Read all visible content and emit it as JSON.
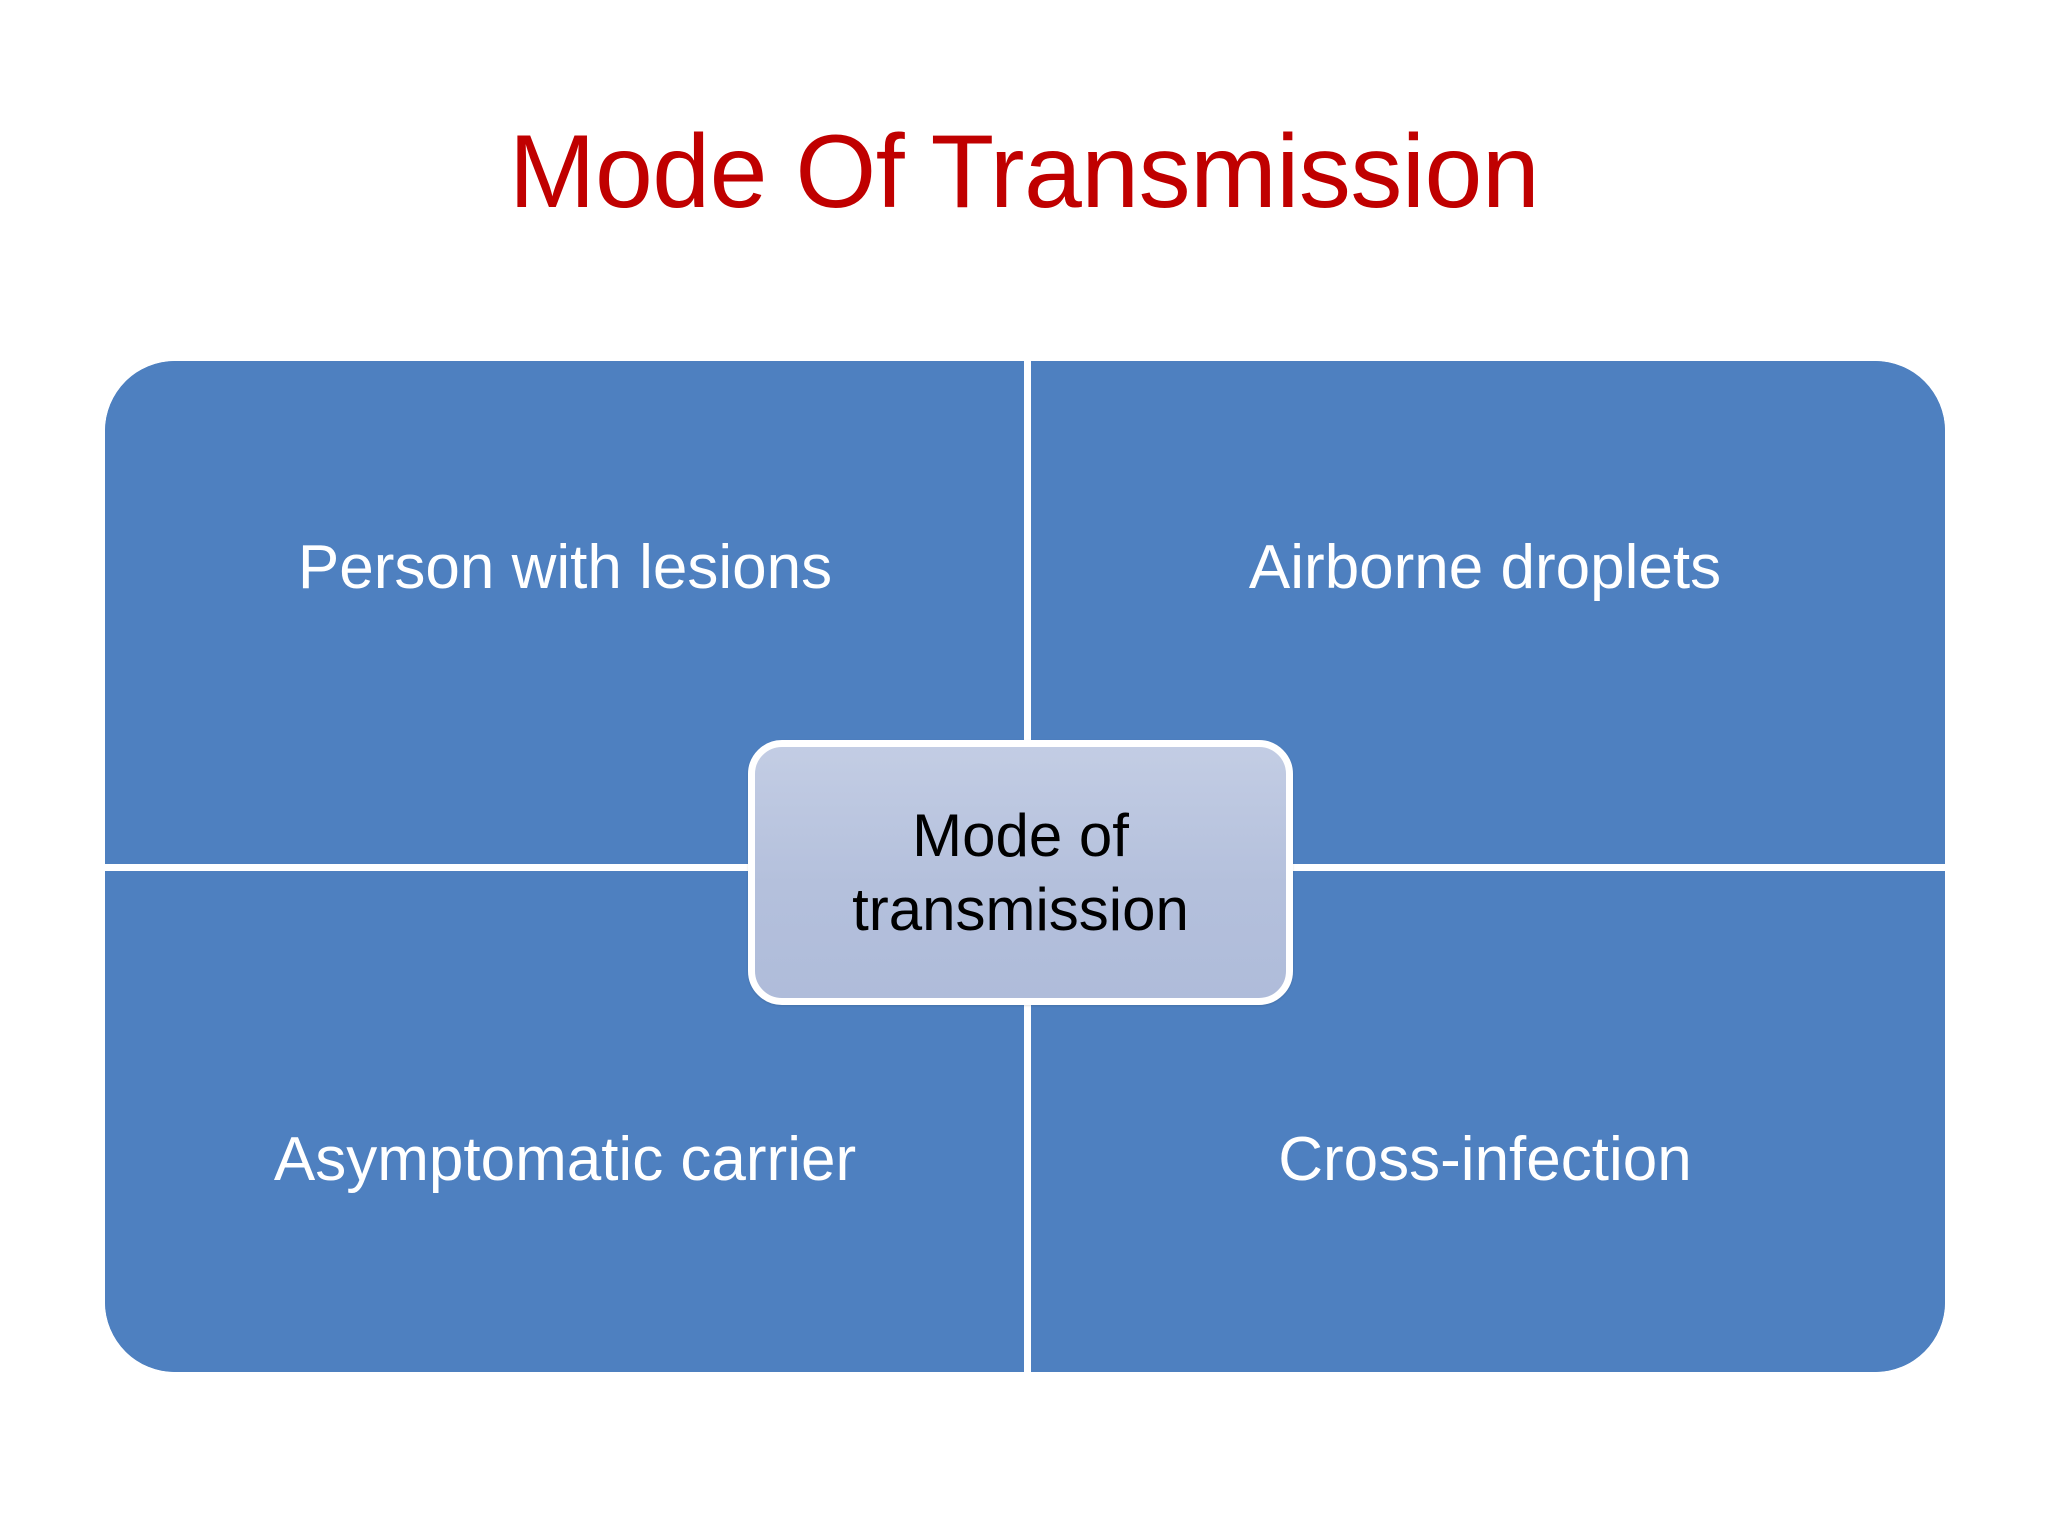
{
  "slide": {
    "title": "Mode Of Transmission",
    "title_color": "#C00000",
    "background_color": "#FFFFFF"
  },
  "diagram": {
    "type": "matrix-four-quadrant-with-center",
    "quadrant_fill_color": "#4E80C0",
    "quadrant_text_color": "#FFFFFF",
    "divider_color": "#FFFFFF",
    "center": {
      "line1": "Mode of",
      "line2": "transmission",
      "fill_color": "#B6C2DE",
      "border_color": "#FFFFFF",
      "text_color": "#000000"
    },
    "quadrants": [
      {
        "position": "top-left",
        "label": "Person with lesions"
      },
      {
        "position": "top-right",
        "label": "Airborne droplets"
      },
      {
        "position": "bottom-left",
        "label": "Asymptomatic carrier"
      },
      {
        "position": "bottom-right",
        "label": "Cross-infection"
      }
    ]
  }
}
